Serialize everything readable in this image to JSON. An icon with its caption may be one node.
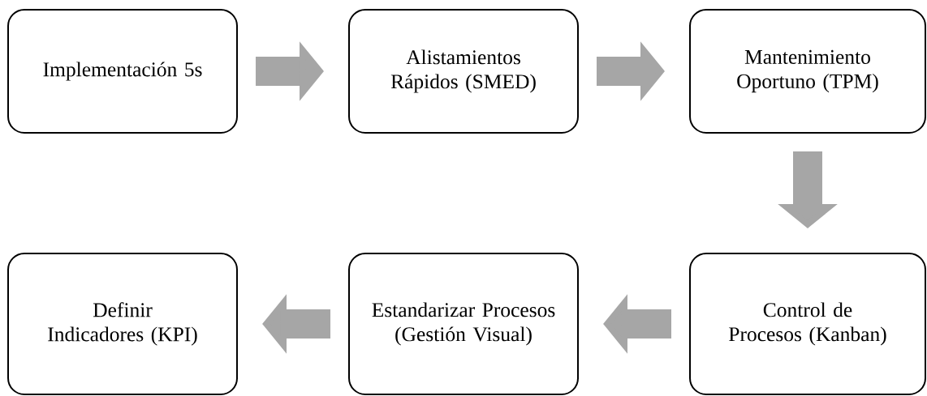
{
  "diagram": {
    "nodes": [
      {
        "text": [
          "Implementación 5s"
        ]
      },
      {
        "text": [
          "Alistamientos Rápidos (SMED)"
        ]
      },
      {
        "text": [
          "Mantenimiento Oportuno (TPM)"
        ]
      },
      {
        "text": [
          "Control de Procesos (Kanban)"
        ]
      },
      {
        "text": [
          "Estandarizar Procesos (Gestión Visual)"
        ]
      },
      {
        "text": [
          "Definir Indicadores (KPI)"
        ]
      }
    ],
    "edges": [
      {
        "from": 0,
        "to": 1,
        "arrow": "to"
      },
      {
        "from": 1,
        "to": 2,
        "arrow": "to"
      },
      {
        "from": 2,
        "to": 3,
        "arrow": "to"
      },
      {
        "from": 3,
        "to": 4,
        "arrow": "to"
      },
      {
        "from": 4,
        "to": 5,
        "arrow": "to"
      }
    ]
  }
}
